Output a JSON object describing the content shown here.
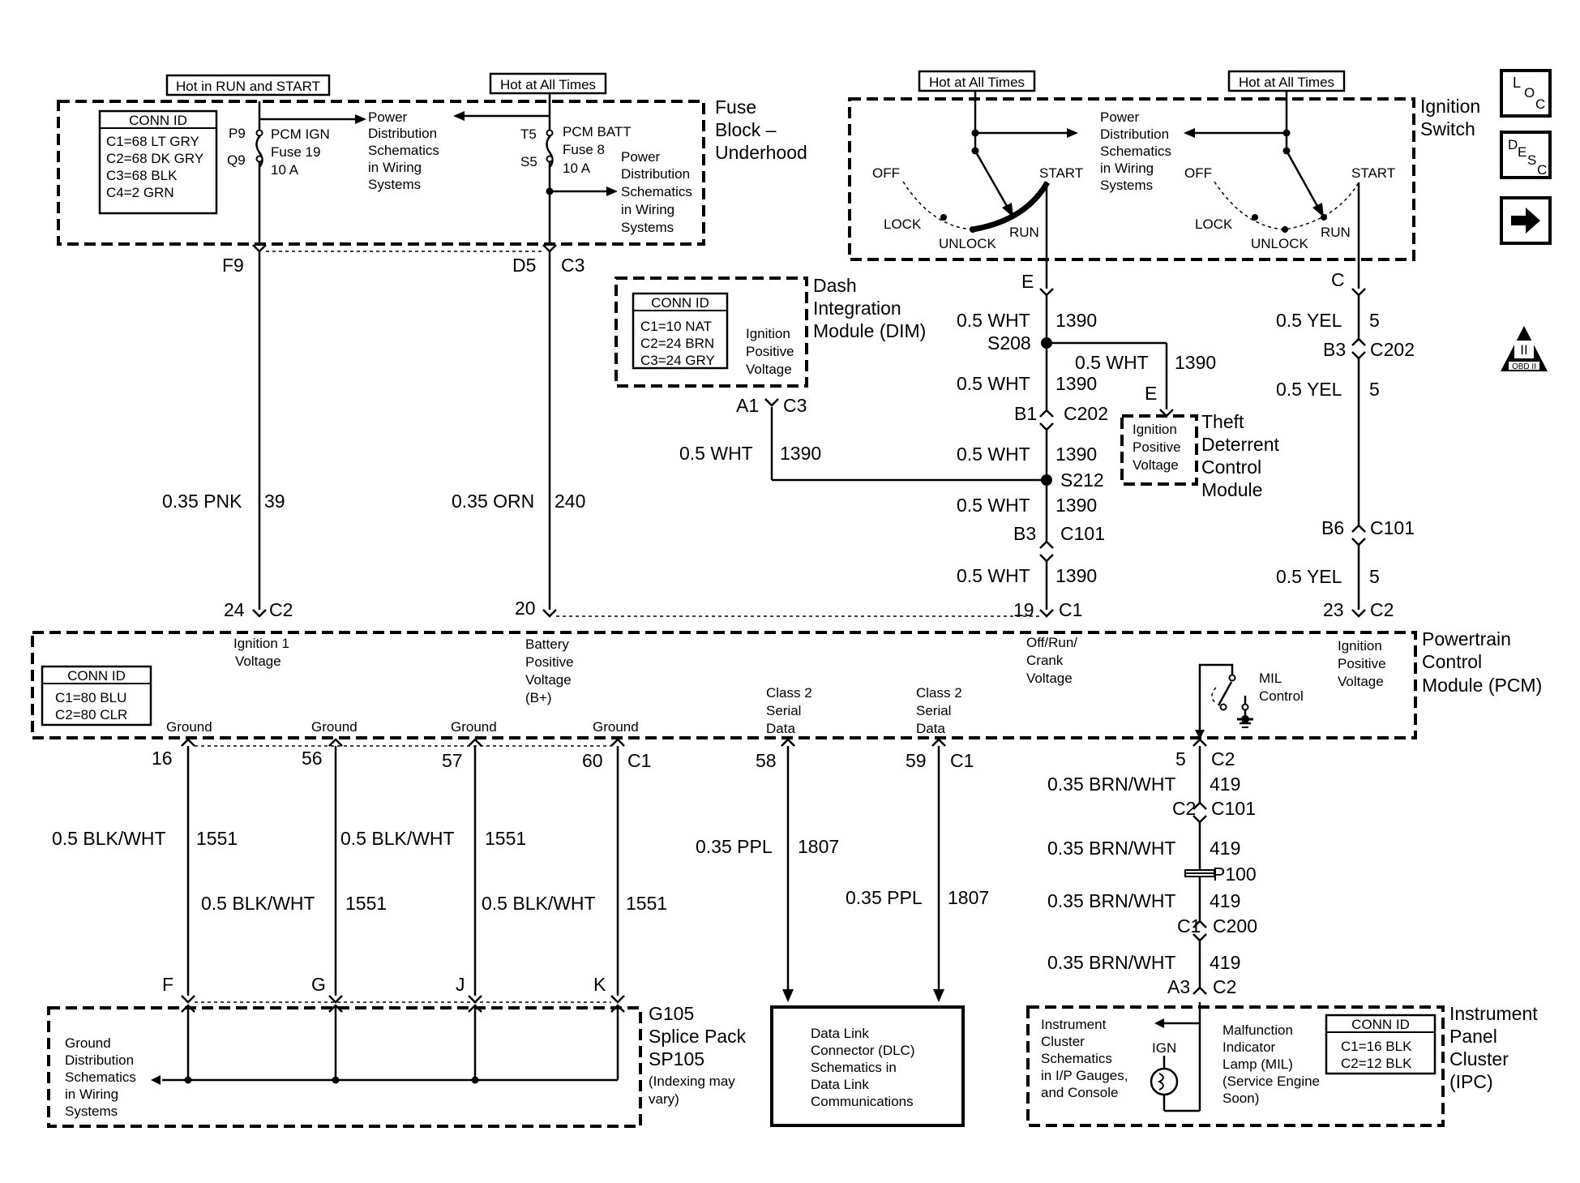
{
  "hot_run_start": "Hot in RUN and START",
  "hot_all_times_1": "Hot at All Times",
  "hot_all_times_2": "Hot at All Times",
  "hot_all_times_3": "Hot at All Times",
  "fuse_block": {
    "title_1": "Fuse",
    "title_2": "Block –",
    "title_3": "Underhood",
    "conn_title": "CONN ID",
    "conn": [
      "C1=68 LT GRY",
      "C2=68 DK GRY",
      "C3=68 BLK",
      "C4=2 GRN"
    ],
    "pin_p9": "P9",
    "pin_q9": "Q9",
    "pin_t5": "T5",
    "pin_s5": "S5",
    "fuse19": [
      "PCM IGN",
      "Fuse 19",
      "10 A"
    ],
    "fuse8": [
      "PCM BATT",
      "Fuse 8",
      "10 A"
    ],
    "pds1": [
      "Power",
      "Distribution",
      "Schematics",
      "in Wiring",
      "Systems"
    ],
    "pds2": [
      "Power",
      "Distribution",
      "Schematics",
      "in Wiring",
      "Systems"
    ],
    "pin_f9": "F9",
    "pin_d5": "D5",
    "pin_c3": "C3"
  },
  "ignition": {
    "title_1": "Ignition",
    "title_2": "Switch",
    "pds": [
      "Power",
      "Distribution",
      "Schematics",
      "in Wiring",
      "Systems"
    ],
    "off": "OFF",
    "lock": "LOCK",
    "unlock": "UNLOCK",
    "run": "RUN",
    "start": "START",
    "pin_e": "E",
    "pin_c": "C"
  },
  "dim": {
    "title": [
      "Dash",
      "Integration",
      "Module (DIM)"
    ],
    "conn_title": "CONN ID",
    "conn": [
      "C1=10 NAT",
      "C2=24 BRN",
      "C3=24 GRY"
    ],
    "signal": [
      "Ignition",
      "Positive",
      "Voltage"
    ],
    "pin_a1": "A1",
    "pin_c3": "C3"
  },
  "theft": {
    "title": [
      "Theft",
      "Deterrent",
      "Control",
      "Module"
    ],
    "signal": [
      "Ignition",
      "Positive",
      "Voltage"
    ],
    "pin_e": "E"
  },
  "wires": {
    "pnk": "0.35 PNK",
    "c39": "39",
    "orn": "0.35 ORN",
    "c240": "240",
    "wht": "0.5 WHT",
    "c1390": "1390",
    "yel": "0.5 YEL",
    "c5": "5",
    "blkwht": "0.5 BLK/WHT",
    "c1551": "1551",
    "ppl": "0.35 PPL",
    "c1807": "1807",
    "brnwht": "0.35 BRN/WHT",
    "c419": "419"
  },
  "splices": {
    "s208": "S208",
    "s212": "S212",
    "b1": "B1",
    "c202": "C202",
    "b3": "B3",
    "c101": "C101",
    "b6": "B6",
    "p100": "P100",
    "c2": "C2",
    "c1": "C1",
    "c200": "C200",
    "a3": "A3"
  },
  "pcm": {
    "title": [
      "Powertrain",
      "Control",
      "Module (PCM)"
    ],
    "conn_title": "CONN ID",
    "conn": [
      "C1=80 BLU",
      "C2=80 CLR"
    ],
    "pin_24": "24",
    "pin_20": "20",
    "pin_19": "19",
    "pin_23": "23",
    "pin_16": "16",
    "pin_56": "56",
    "pin_57": "57",
    "pin_60": "60",
    "pin_58": "58",
    "pin_59": "59",
    "pin_5": "5",
    "ign1": [
      "Ignition 1",
      "Voltage"
    ],
    "bplus": [
      "Battery",
      "Positive",
      "Voltage",
      "(B+)"
    ],
    "orc": [
      "Off/Run/",
      "Crank",
      "Voltage"
    ],
    "ipv": [
      "Ignition",
      "Positive",
      "Voltage"
    ],
    "ground": "Ground",
    "class2": [
      "Class 2",
      "Serial",
      "Data"
    ],
    "mil": [
      "MIL",
      "Control"
    ]
  },
  "splice_pack": {
    "title": [
      "G105",
      "Splice Pack",
      "SP105"
    ],
    "note": [
      "(Indexing may",
      "vary)"
    ],
    "gd": [
      "Ground",
      "Distribution",
      "Schematics",
      "in Wiring",
      "Systems"
    ],
    "pin_f": "F",
    "pin_g": "G",
    "pin_j": "J",
    "pin_k": "K"
  },
  "dlc": [
    "Data Link",
    "Connector (DLC)",
    "Schematics in",
    "Data Link",
    "Communications"
  ],
  "ipc": {
    "title": [
      "Instrument",
      "Panel",
      "Cluster",
      "(IPC)"
    ],
    "conn_title": "CONN ID",
    "conn": [
      "C1=16 BLK",
      "C2=12 BLK"
    ],
    "ics": [
      "Instrument",
      "Cluster",
      "Schematics",
      "in I/P Gauges,",
      "and Console"
    ],
    "ign": "IGN",
    "mil": [
      "Malfunction",
      "Indicator",
      "Lamp (MIL)",
      "(Service Engine",
      "Soon)"
    ]
  },
  "side_icons": {
    "loc": [
      "L",
      "O",
      "C"
    ],
    "desc": [
      "D",
      "E",
      "S",
      "C"
    ],
    "obd": [
      "II",
      "OBD II"
    ]
  }
}
